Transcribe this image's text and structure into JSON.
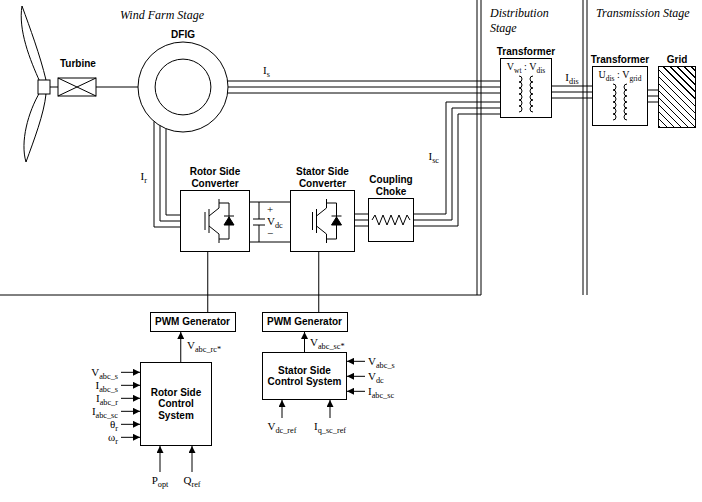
{
  "diagram": {
    "nodes": [
      {
        "text": [
          "DFIG"
        ]
      },
      {
        "text": [
          "Rotor Side Converter"
        ]
      },
      {
        "text": [
          "Stator Side Converter"
        ]
      },
      {
        "text": [
          "Coupling Choke"
        ]
      },
      {
        "text": [
          "Transformer",
          "Vwt : Vdis"
        ]
      },
      {
        "text": [
          "Transformer",
          "Udis : Vgrid"
        ]
      },
      {
        "text": [
          "Grid"
        ]
      },
      {
        "text": [
          "PWM Generator"
        ]
      },
      {
        "text": [
          "PWM Generator"
        ]
      },
      {
        "text": [
          "Rotor Side Control System"
        ]
      },
      {
        "text": [
          "Stator Side Control System"
        ]
      }
    ],
    "edges": [
      {
        "from": 0,
        "to": 4,
        "arrow": "none",
        "label": "Is"
      },
      {
        "from": 0,
        "to": 1,
        "arrow": "none",
        "label": "Ir"
      },
      {
        "from": 1,
        "to": 2,
        "arrow": "none"
      },
      {
        "from": 2,
        "to": 3,
        "arrow": "none"
      },
      {
        "from": 3,
        "to": 4,
        "arrow": "none",
        "label": "Isc"
      },
      {
        "from": 4,
        "to": 5,
        "arrow": "none",
        "label": "Idis"
      },
      {
        "from": 5,
        "to": 6,
        "arrow": "none"
      },
      {
        "from": 7,
        "to": 1,
        "arrow": "none"
      },
      {
        "from": 8,
        "to": 2,
        "arrow": "none"
      },
      {
        "from": 9,
        "to": 7,
        "arrow": "to",
        "label": "Vabc_rc*"
      },
      {
        "from": 10,
        "to": 8,
        "arrow": "to",
        "label": "Vabc_sc*"
      }
    ],
    "labels": [
      "Wind Farm Stage",
      "Distribution Stage",
      "Transmission Stage",
      "Turbine",
      "Vabc_s",
      "Iabc_s",
      "Iabc_r",
      "Iabc_sc",
      "θr",
      "ωr",
      "Popt",
      "Qref",
      "Vabc_s",
      "Vdc",
      "Iabc_sc",
      "Vdc_ref",
      "Iq_sc_ref",
      "Vdc",
      "+",
      "−"
    ]
  }
}
